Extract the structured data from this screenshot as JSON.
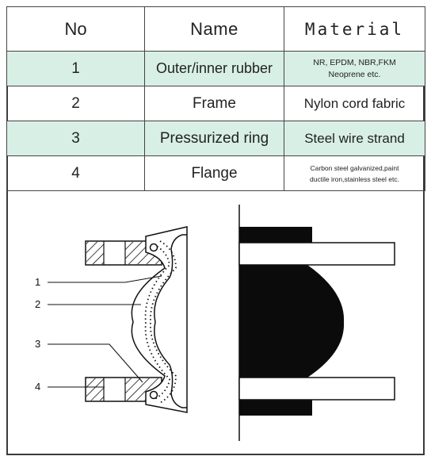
{
  "table": {
    "headers": {
      "no": "No",
      "name": "Name",
      "material": "Material"
    },
    "rows": [
      {
        "no": "1",
        "name": "Outer/inner rubber",
        "material_line1": "NR, EPDM, NBR,FKM",
        "material_line2": "Neoprene etc."
      },
      {
        "no": "2",
        "name": "Frame",
        "material": "Nylon cord fabric"
      },
      {
        "no": "3",
        "name": "Pressurized ring",
        "material": "Steel wire strand"
      },
      {
        "no": "4",
        "name": "Flange",
        "material_line1": "Carbon steel galvanized,paint",
        "material_line2": "ductile iron,stainless steel etc."
      }
    ]
  },
  "diagram": {
    "callouts": [
      "1",
      "2",
      "3",
      "4"
    ]
  },
  "colors": {
    "shaded_row": "#d8efe6",
    "border": "#444444"
  }
}
